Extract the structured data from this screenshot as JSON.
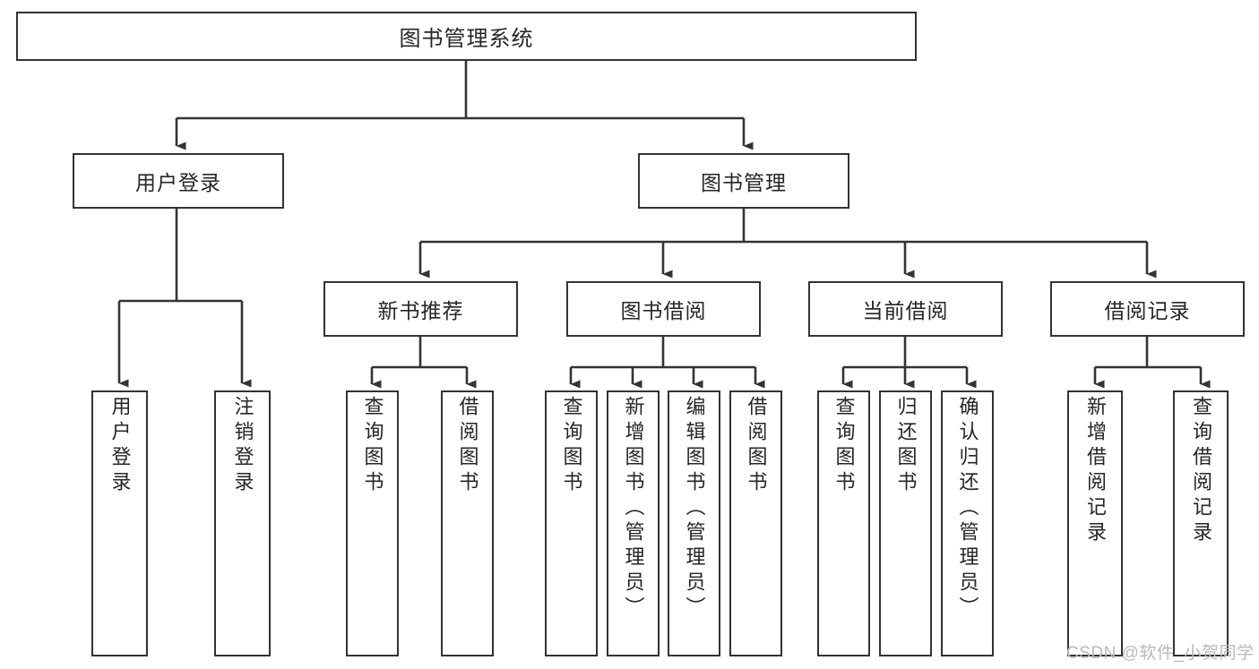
{
  "diagram": {
    "title": "图书管理系统",
    "type": "hierarchy-tree",
    "watermark": "CSDN @软件_小贺同学",
    "colors": {
      "stroke": "#333333",
      "fill": "#ffffff",
      "text": "#262626",
      "watermark": "#b9b9b9"
    },
    "levels": [
      {
        "level": 1,
        "nodes": [
          {
            "id": "root",
            "label": "图书管理系统",
            "orientation": "horizontal"
          }
        ]
      },
      {
        "level": 2,
        "nodes": [
          {
            "id": "user-login",
            "label": "用户登录",
            "orientation": "horizontal",
            "parent": "root"
          },
          {
            "id": "book-manage",
            "label": "图书管理",
            "orientation": "horizontal",
            "parent": "root"
          }
        ]
      },
      {
        "level": 3,
        "nodes": [
          {
            "id": "new-book-recommend",
            "label": "新书推荐",
            "orientation": "horizontal",
            "parent": "book-manage"
          },
          {
            "id": "book-borrow",
            "label": "图书借阅",
            "orientation": "horizontal",
            "parent": "book-manage"
          },
          {
            "id": "current-borrow",
            "label": "当前借阅",
            "orientation": "horizontal",
            "parent": "book-manage"
          },
          {
            "id": "borrow-record",
            "label": "借阅记录",
            "orientation": "horizontal",
            "parent": "book-manage"
          }
        ]
      },
      {
        "level": 4,
        "nodes": [
          {
            "id": "leaf-user-login",
            "label": "用户登录",
            "orientation": "vertical",
            "parent": "user-login"
          },
          {
            "id": "leaf-logout",
            "label": "注销登录",
            "orientation": "vertical",
            "parent": "user-login"
          },
          {
            "id": "leaf-query-book-1",
            "label": "查询图书",
            "orientation": "vertical",
            "parent": "new-book-recommend"
          },
          {
            "id": "leaf-borrow-book-1",
            "label": "借阅图书",
            "orientation": "vertical",
            "parent": "new-book-recommend"
          },
          {
            "id": "leaf-query-book-2",
            "label": "查询图书",
            "orientation": "vertical",
            "parent": "book-borrow"
          },
          {
            "id": "leaf-add-book",
            "label": "新增图书（管理员）",
            "orientation": "vertical",
            "parent": "book-borrow"
          },
          {
            "id": "leaf-edit-book",
            "label": "编辑图书（管理员）",
            "orientation": "vertical",
            "parent": "book-borrow"
          },
          {
            "id": "leaf-borrow-book-2",
            "label": "借阅图书",
            "orientation": "vertical",
            "parent": "book-borrow"
          },
          {
            "id": "leaf-query-book-3",
            "label": "查询图书",
            "orientation": "vertical",
            "parent": "current-borrow"
          },
          {
            "id": "leaf-return-book",
            "label": "归还图书",
            "orientation": "vertical",
            "parent": "current-borrow"
          },
          {
            "id": "leaf-confirm-return",
            "label": "确认归还（管理员）",
            "orientation": "vertical",
            "parent": "current-borrow"
          },
          {
            "id": "leaf-add-record",
            "label": "新增借阅记录",
            "orientation": "vertical",
            "parent": "borrow-record"
          },
          {
            "id": "leaf-query-record",
            "label": "查询借阅记录",
            "orientation": "vertical",
            "parent": "borrow-record"
          }
        ]
      }
    ]
  }
}
